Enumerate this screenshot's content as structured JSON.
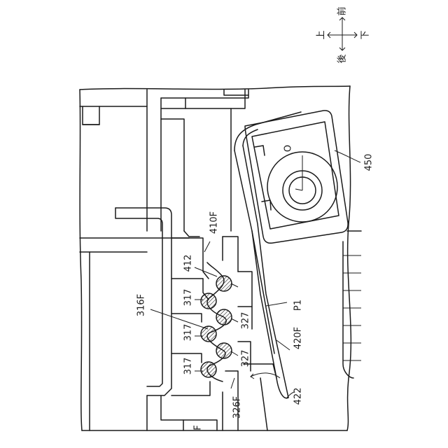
{
  "labels": {
    "r450": "450",
    "r410F": "410F",
    "r412": "412",
    "r316F": "316F",
    "r317a": "317",
    "r317b": "317",
    "r317c": "317",
    "r327a": "327",
    "r327b": "327",
    "rP1": "P1",
    "r420F": "420F",
    "r326F": "326F",
    "r422": "422",
    "rF": "F",
    "rO": "O"
  },
  "compass": {
    "up": "上",
    "down": "下",
    "front": "前",
    "back": "後"
  }
}
